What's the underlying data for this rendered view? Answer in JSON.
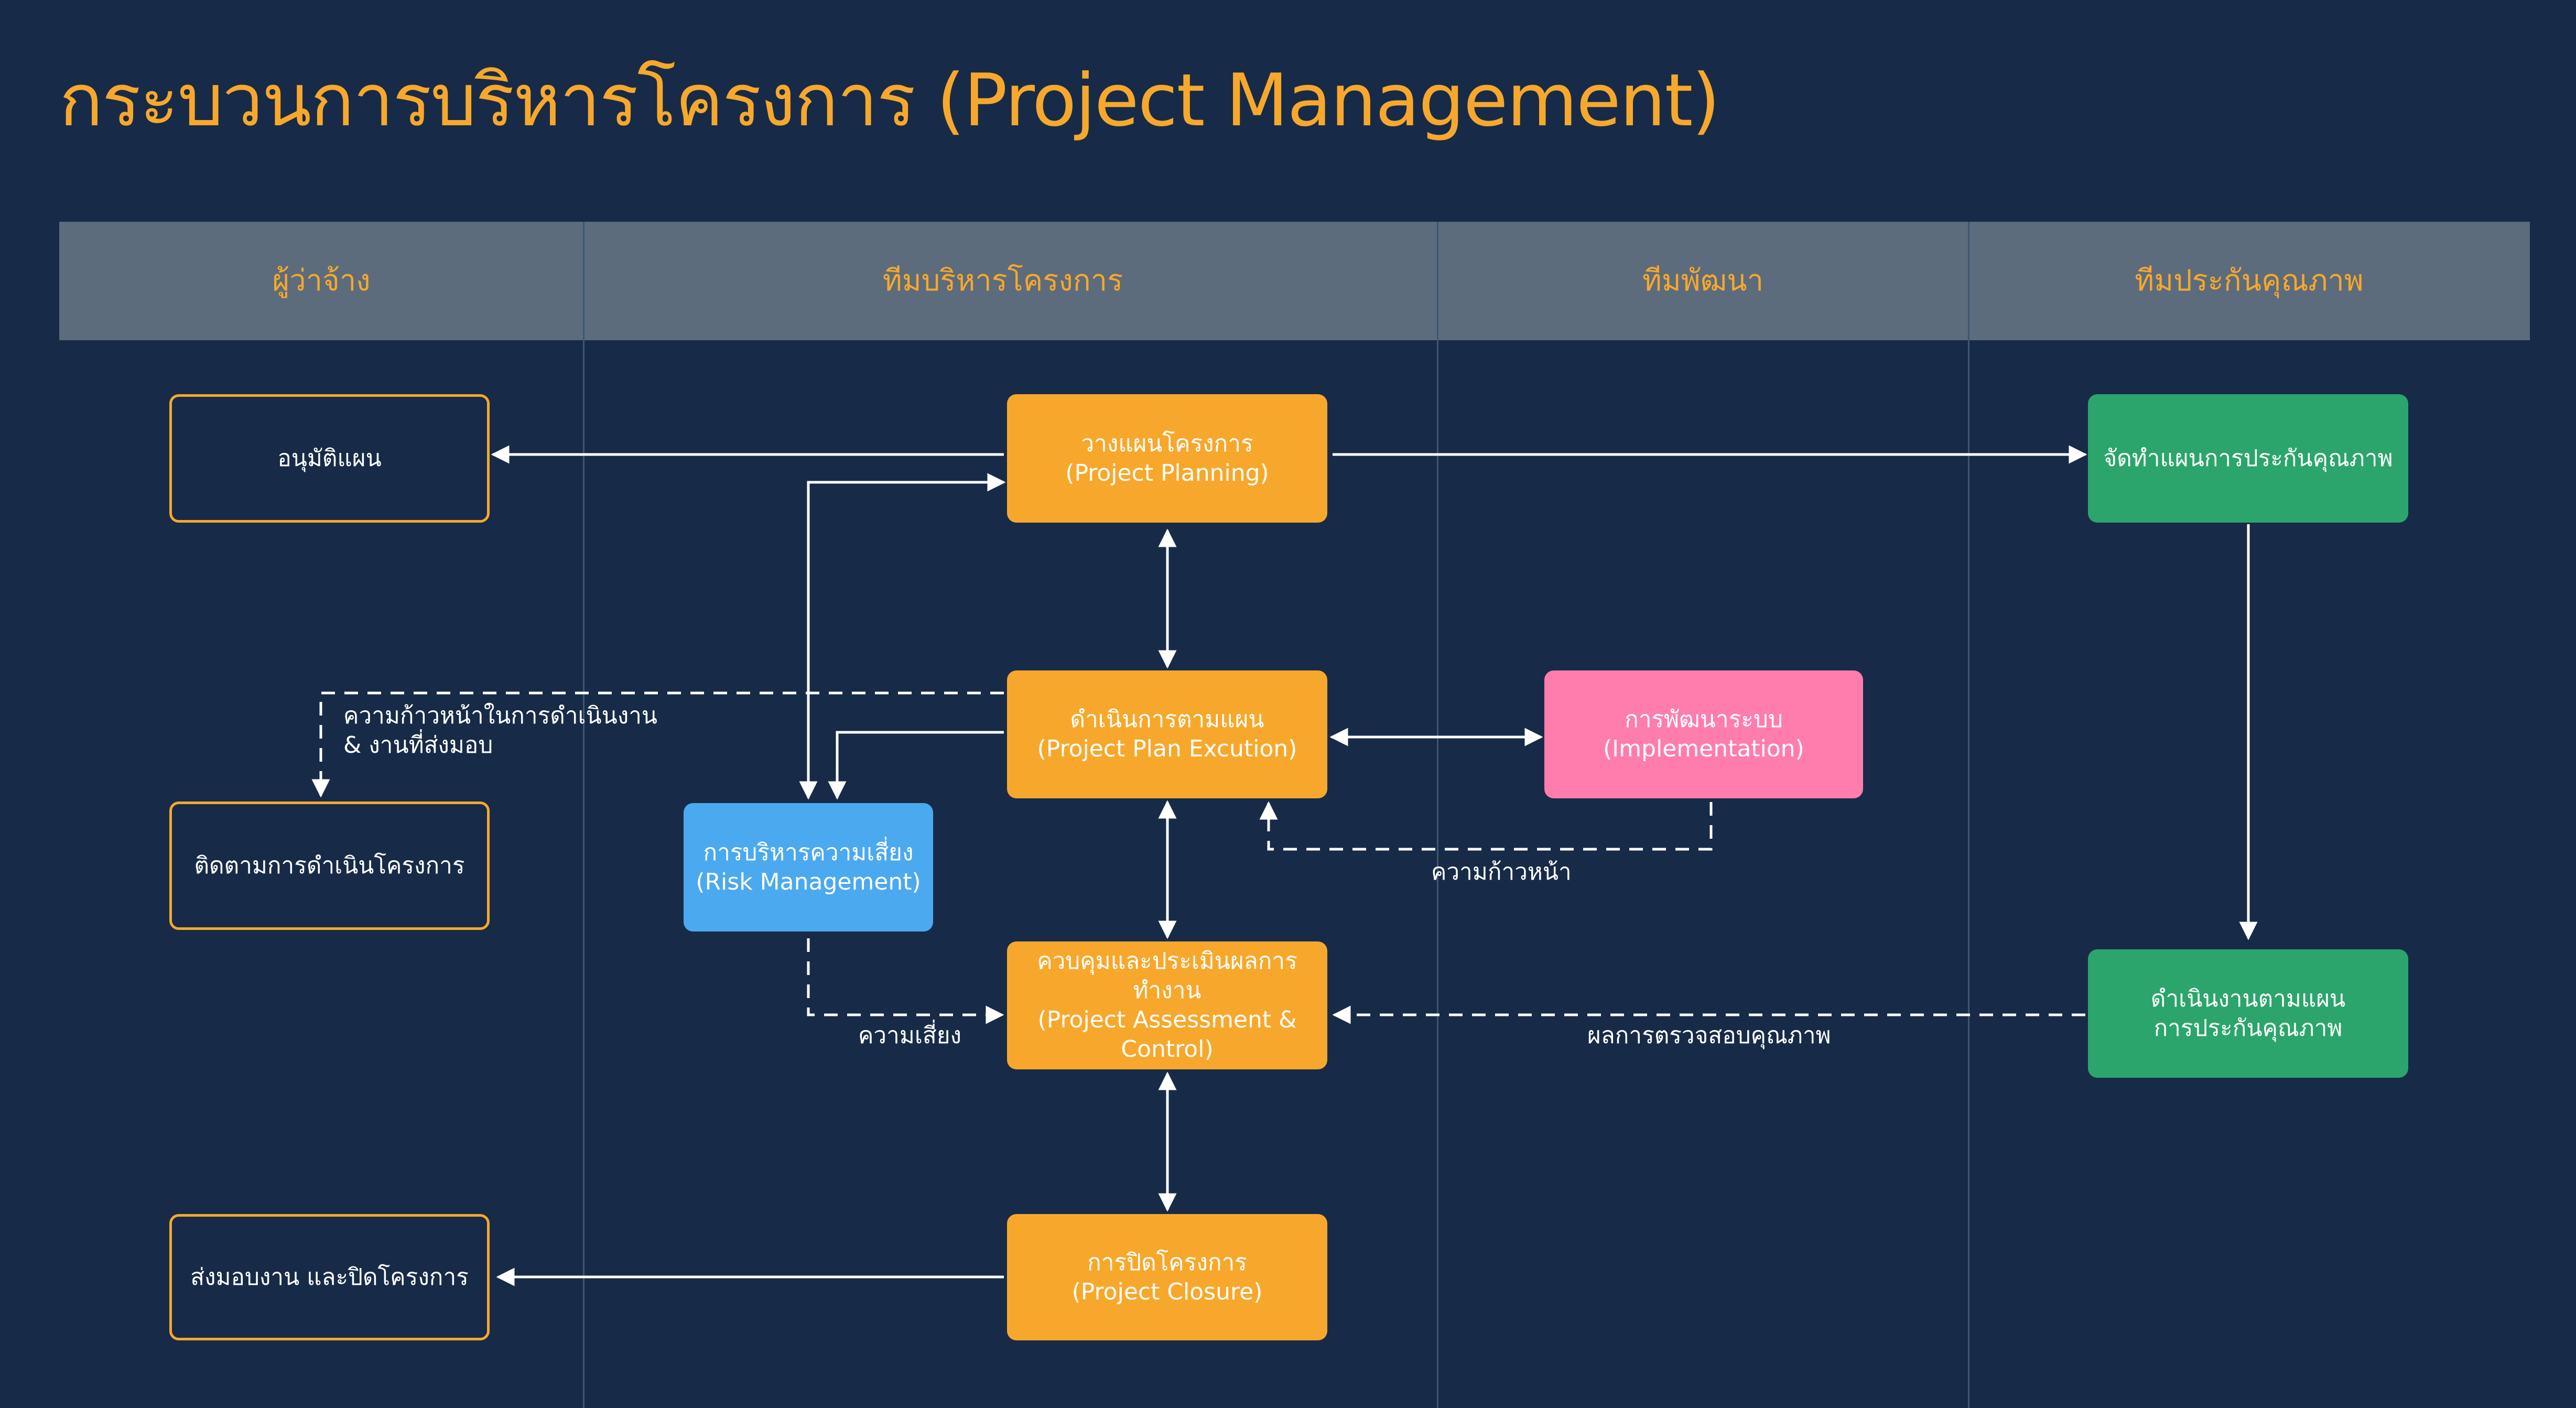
{
  "title": "กระบวนการบริหารโครงการ (Project Management)",
  "colors": {
    "background": "#172B48",
    "header": "#5C6C7D",
    "accent_orange": "#F7A82C",
    "risk_blue": "#4BA9EF",
    "dev_pink": "#FF7DAC",
    "qa_green": "#2BA56C",
    "text": "#FFFFFF"
  },
  "lanes": [
    {
      "label": "ผู้ว่าจ้าง"
    },
    {
      "label": "ทีมบริหารโครงการ"
    },
    {
      "label": "ทีมพัฒนา"
    },
    {
      "label": "ทีมประกันคุณภาพ"
    }
  ],
  "nodes": {
    "approve": {
      "line1": "อนุมัติแผน"
    },
    "planning": {
      "line1": "วางแผนโครงการ",
      "line2": "(Project Planning)"
    },
    "qa_plan": {
      "line1": "จัดทำแผนการประกันคุณภาพ"
    },
    "execution": {
      "line1": "ดำเนินการตามแผน",
      "line2": "(Project Plan Excution)"
    },
    "implementation": {
      "line1": "การพัฒนาระบบ",
      "line2": "(Implementation)"
    },
    "monitor": {
      "line1": "ติดตามการดำเนินโครงการ"
    },
    "risk": {
      "line1": "การบริหารความเสี่ยง",
      "line2": "(Risk Management)"
    },
    "assessment": {
      "line1": "ควบคุมและประเมินผลการทำงาน",
      "line2": "(Project Assessment &",
      "line3": "Control)"
    },
    "qa_exec": {
      "line1": "ดำเนินงานตามแผน",
      "line2": "การประกันคุณภาพ"
    },
    "delivery": {
      "line1": "ส่งมอบงาน และปิดโครงการ"
    },
    "closure": {
      "line1": "การปิดโครงการ",
      "line2": "(Project Closure)"
    }
  },
  "edge_labels": {
    "progress_deliverables_1": "ความก้าวหน้าในการดำเนินงาน",
    "progress_deliverables_2": "& งานที่ส่งมอบ",
    "progress": "ความก้าวหน้า",
    "risk": "ความเสี่ยง",
    "qa_results": "ผลการตรวจสอบคุณภาพ"
  }
}
